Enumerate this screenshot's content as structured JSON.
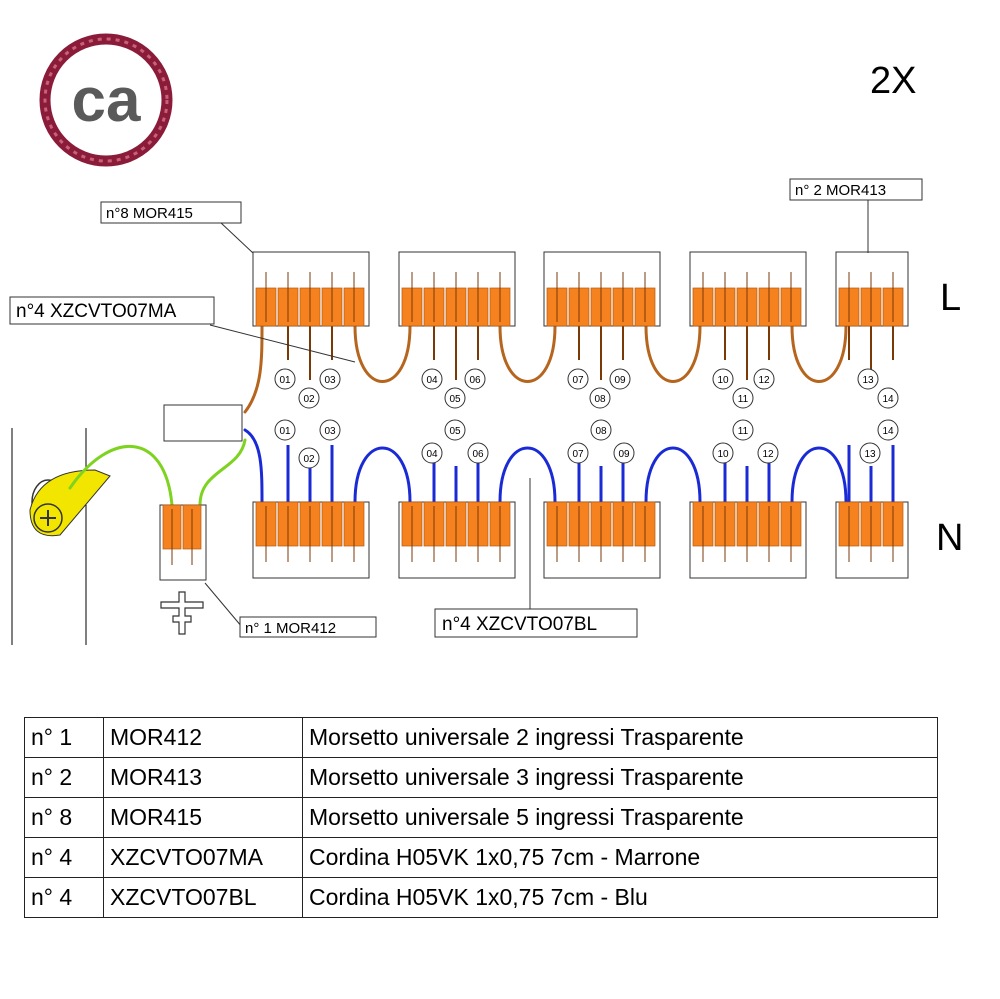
{
  "logo": {
    "text": "ca",
    "ring_color": "#8a1c3a",
    "text_color": "#5a5a5a"
  },
  "quantity": "2X",
  "lines": {
    "live": "L",
    "neutral": "N"
  },
  "callouts": {
    "mor415": "n°8 MOR415",
    "mor413": "n° 2  MOR413",
    "brown_wire": "n°4 XZCVTO07MA",
    "blue_wire": "n°4 XZCVTO07BL",
    "mor412": "n° 1 MOR412"
  },
  "top_numbers": [
    "01",
    "02",
    "03",
    "04",
    "05",
    "06",
    "07",
    "08",
    "09",
    "10",
    "11",
    "12",
    "13",
    "14"
  ],
  "bottom_numbers": [
    "01",
    "02",
    "03",
    "05",
    "04",
    "06",
    "08",
    "07",
    "09",
    "11",
    "10",
    "12",
    "14",
    "13"
  ],
  "icons": {
    "ground": "ground-icon",
    "earth_lug": "earth-terminal-icon"
  },
  "colors": {
    "connector": "#f5821f",
    "brown_wire": "#b5651d",
    "blue_wire": "#1a2bd6",
    "green_wire": "#7ed321",
    "lug": "#f2e600"
  },
  "parts_table": [
    {
      "qty": "n° 1",
      "code": "MOR412",
      "desc": "Morsetto universale 2 ingressi  Trasparente"
    },
    {
      "qty": "n° 2",
      "code": "MOR413",
      "desc": "Morsetto universale 3 ingressi  Trasparente"
    },
    {
      "qty": "n° 8",
      "code": "MOR415",
      "desc": "Morsetto universale 5 ingressi  Trasparente"
    },
    {
      "qty": "n° 4",
      "code": "XZCVTO07MA",
      "desc": "Cordina H05VK 1x0,75 7cm - Marrone"
    },
    {
      "qty": "n° 4",
      "code": "XZCVTO07BL",
      "desc": "Cordina H05VK 1x0,75 7cm - Blu"
    }
  ]
}
